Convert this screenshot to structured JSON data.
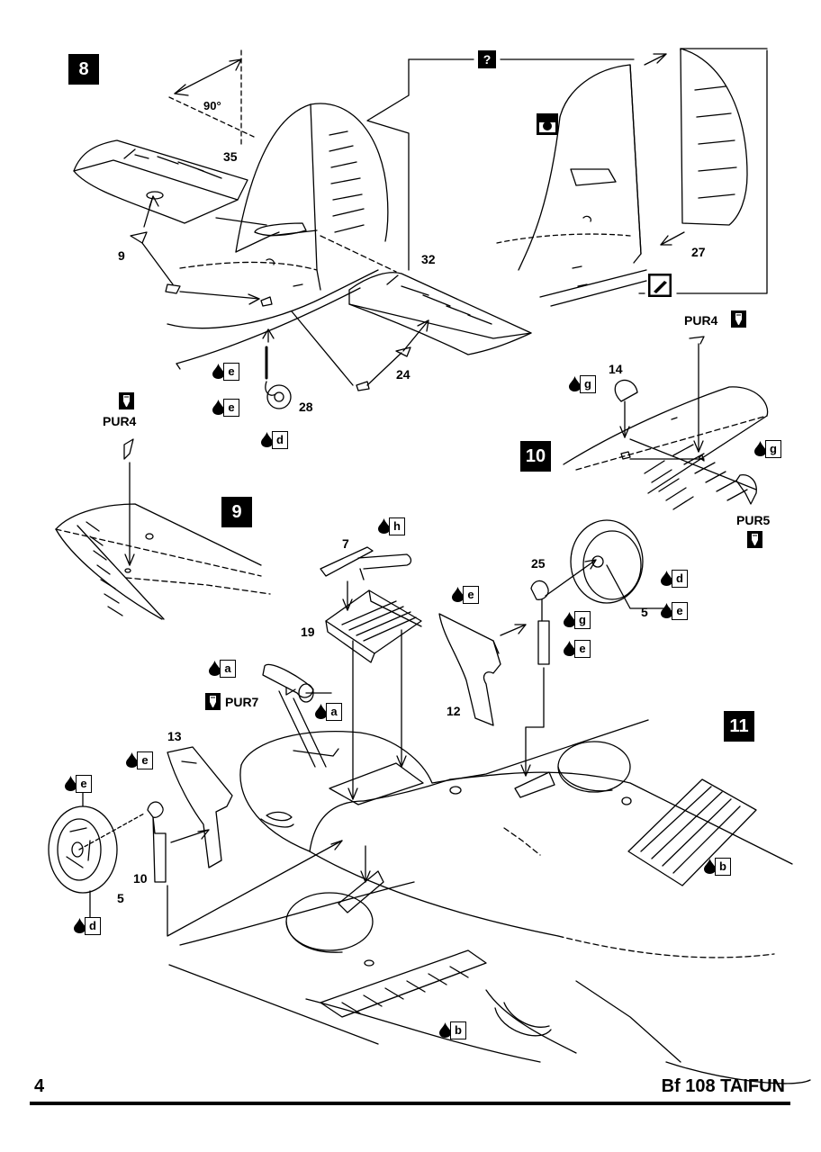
{
  "steps": {
    "s8": "8",
    "s9": "9",
    "s10": "10",
    "s11": "11"
  },
  "angle_label": "90°",
  "question_label": "?",
  "part_numbers": {
    "p35": "35",
    "p9": "9",
    "p32": "32",
    "p24": "24",
    "p28": "28",
    "p27": "27",
    "p14": "14",
    "p7": "7",
    "p19": "19",
    "p25": "25",
    "p5a": "5",
    "p12": "12",
    "p13": "13",
    "p10": "10",
    "p5b": "5"
  },
  "resin_parts": {
    "pur4a": "PUR4",
    "pur4b": "PUR4",
    "pur5": "PUR5",
    "pur7": "PUR7"
  },
  "paint_codes": {
    "c1": "e",
    "c2": "e",
    "c3": "d",
    "c4": "g",
    "c5": "g",
    "c6": "h",
    "c7": "e",
    "c8": "d",
    "c9": "g",
    "c10": "e",
    "c11": "e",
    "c12": "a",
    "c13": "a",
    "c14": "e",
    "c15": "e",
    "c16": "d",
    "c17": "b",
    "c18": "b"
  },
  "footer": {
    "page_number": "4",
    "model_name": "Bf 108 TAIFUN"
  },
  "icons": {
    "drop": "paint-drop-icon",
    "glue": "glue-tube-icon",
    "cut": "knife-cut-icon",
    "hole": "drill-hole-icon"
  }
}
